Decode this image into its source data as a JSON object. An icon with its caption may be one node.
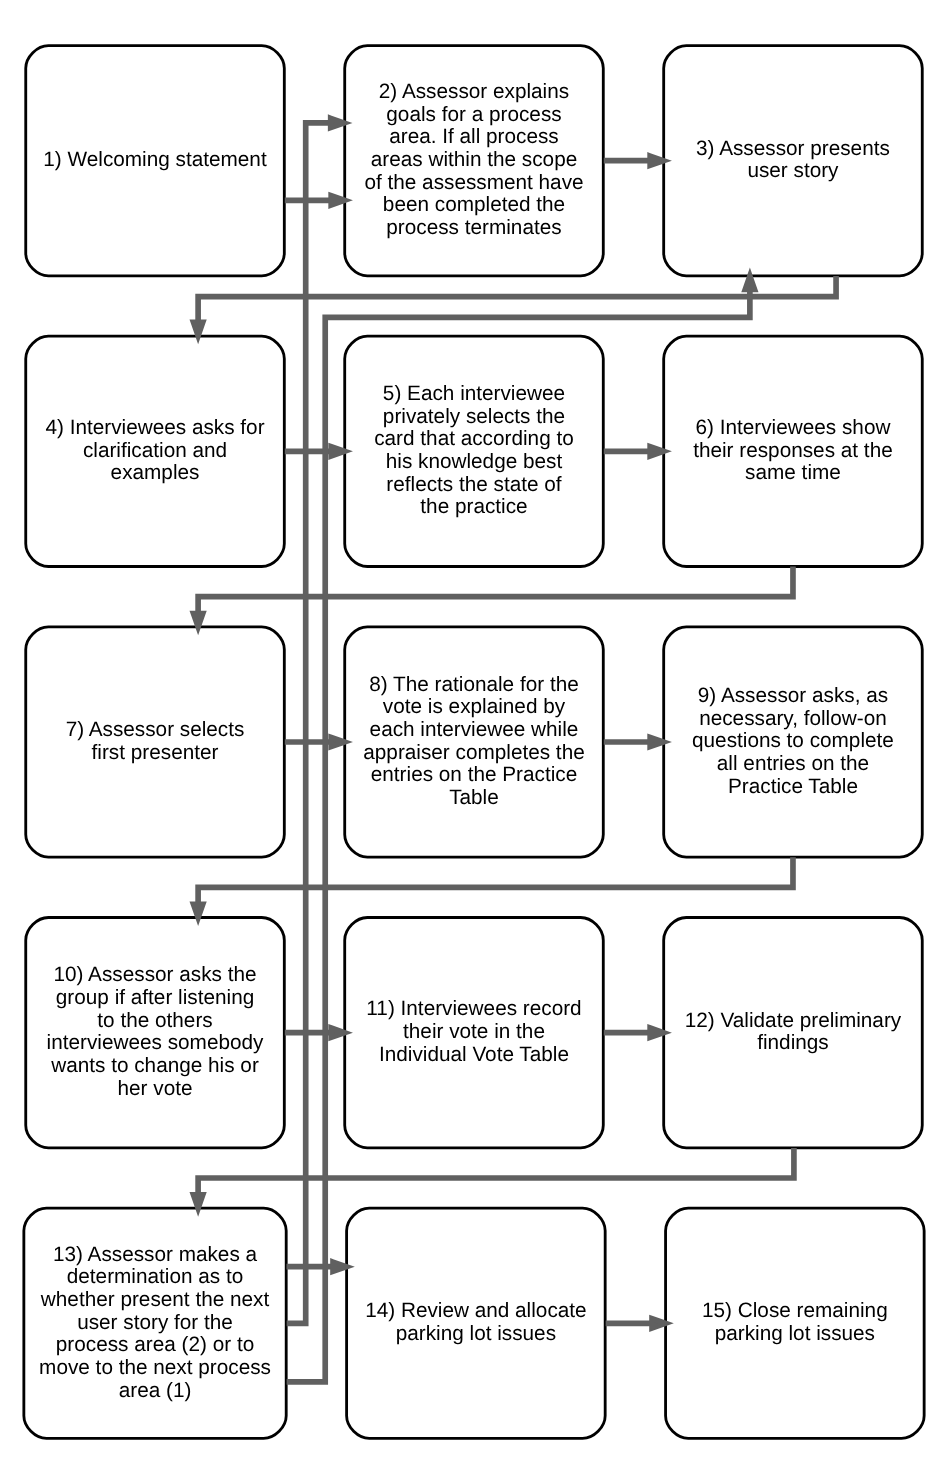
{
  "diagram": {
    "nodes": [
      {
        "text": [
          "1) Welcoming statement"
        ]
      },
      {
        "text": [
          "2) Assessor explains goals for a process area. If all process areas within the scope of the assessment have been completed the process terminates"
        ]
      },
      {
        "text": [
          "3) Assessor presents user story"
        ]
      },
      {
        "text": [
          "4) Interviewees asks for clarification and examples"
        ]
      },
      {
        "text": [
          "5) Each interviewee privately selects the card that according to his knowledge best reflects the state of the practice"
        ]
      },
      {
        "text": [
          "6) Interviewees show their responses at the same time"
        ]
      },
      {
        "text": [
          "7) Assessor selects first presenter"
        ]
      },
      {
        "text": [
          "8) The rationale for the vote is explained by each interviewee while appraiser completes the entries on the Practice Table"
        ]
      },
      {
        "text": [
          "9) Assessor asks, as necessary, follow-on questions to complete all entries on the Practice Table"
        ]
      },
      {
        "text": [
          "10) Assessor asks the group if after listening to the others interviewees somebody wants to change his or her vote"
        ]
      },
      {
        "text": [
          "11) Interviewees record their vote in the Individual Vote Table"
        ]
      },
      {
        "text": [
          "12) Validate preliminary findings"
        ]
      },
      {
        "text": [
          "13) Assessor makes a determination as to whether present the next user story for the process area (2) or to move to the next process area (1)"
        ]
      },
      {
        "text": [
          "14) Review and allocate parking lot issues"
        ]
      },
      {
        "text": [
          "15) Close remaining parking lot issues"
        ]
      }
    ],
    "edges": [
      {
        "from": 0,
        "to": 1,
        "arrow": "to"
      },
      {
        "from": 1,
        "to": 2,
        "arrow": "to"
      },
      {
        "from": 2,
        "to": 3,
        "arrow": "to"
      },
      {
        "from": 3,
        "to": 4,
        "arrow": "to"
      },
      {
        "from": 4,
        "to": 5,
        "arrow": "to"
      },
      {
        "from": 5,
        "to": 6,
        "arrow": "to"
      },
      {
        "from": 6,
        "to": 7,
        "arrow": "to"
      },
      {
        "from": 7,
        "to": 8,
        "arrow": "to"
      },
      {
        "from": 8,
        "to": 9,
        "arrow": "to"
      },
      {
        "from": 9,
        "to": 10,
        "arrow": "to"
      },
      {
        "from": 10,
        "to": 11,
        "arrow": "to"
      },
      {
        "from": 11,
        "to": 12,
        "arrow": "to"
      },
      {
        "from": 12,
        "to": 13,
        "arrow": "to"
      },
      {
        "from": 13,
        "to": 14,
        "arrow": "to"
      },
      {
        "from": 12,
        "to": 1,
        "arrow": "to"
      },
      {
        "from": 12,
        "to": 2,
        "arrow": "to"
      }
    ]
  }
}
